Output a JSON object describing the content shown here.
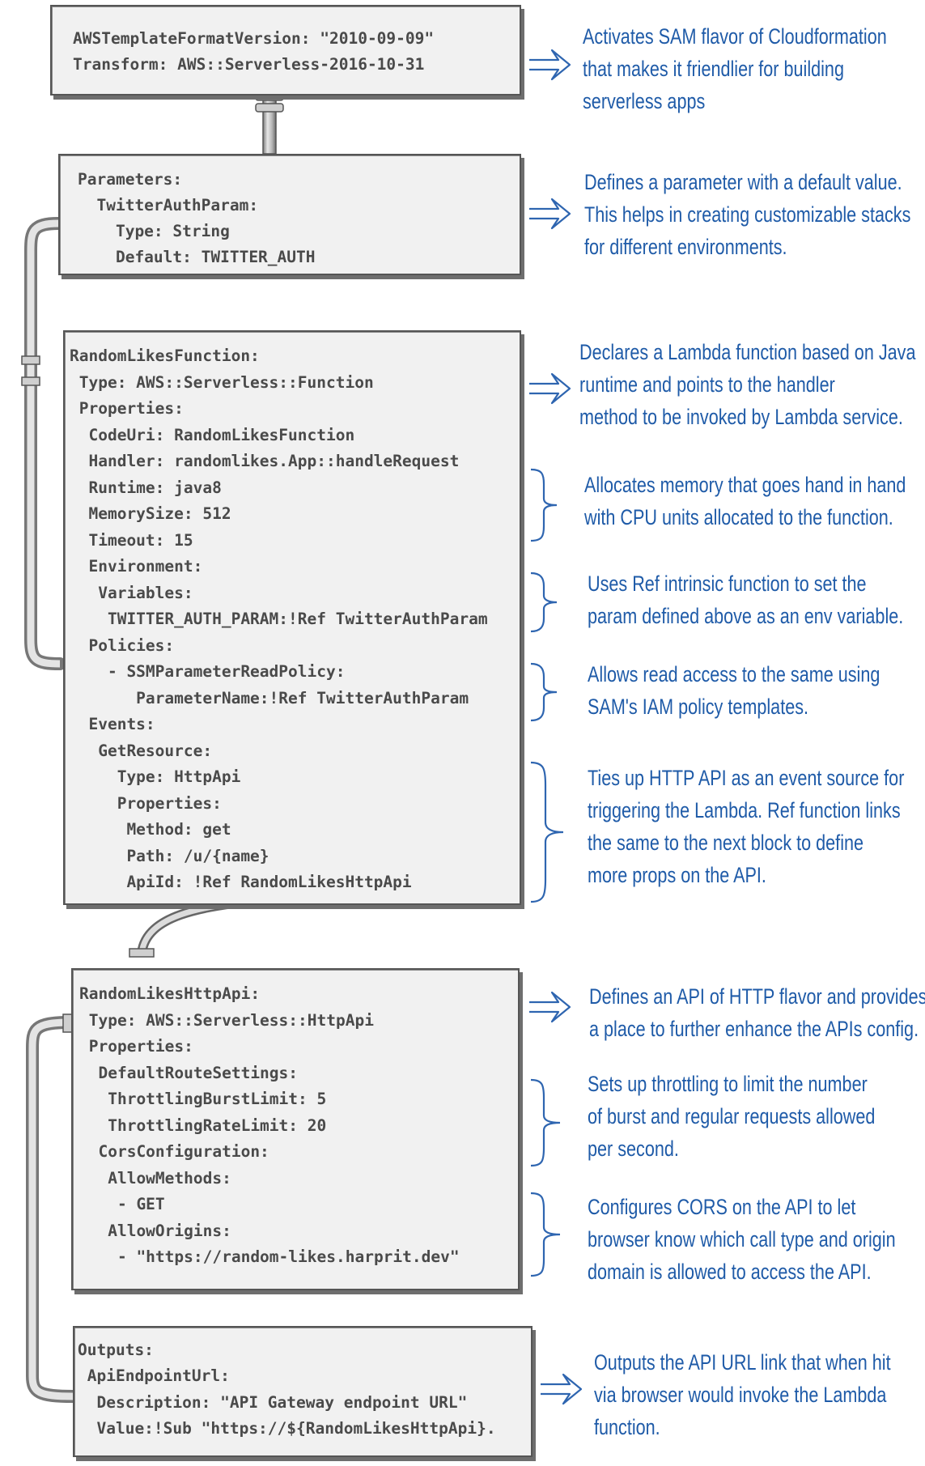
{
  "colors": {
    "code_text": "#4a4a4a",
    "note_text": "#1f5ba8",
    "box_fill": "#f1f1f1",
    "box_border": "#555555",
    "pipe": "#9a9a9a"
  },
  "blocks": [
    {
      "id": "template-header",
      "code": [
        "AWSTemplateFormatVersion: \"2010-09-09\"",
        "Transform: AWS::Serverless-2016-10-31"
      ],
      "annotations": [
        {
          "marker": "arrow",
          "lines": [
            "Activates SAM flavor of Cloudformation",
            "that makes it friendlier for building",
            "serverless apps"
          ]
        }
      ]
    },
    {
      "id": "parameters",
      "code": [
        "Parameters:",
        "  TwitterAuthParam:",
        "    Type: String",
        "    Default: TWITTER_AUTH"
      ],
      "annotations": [
        {
          "marker": "arrow",
          "lines": [
            "Defines a parameter with a default value.",
            "This helps in creating customizable stacks",
            "for different environments."
          ]
        }
      ]
    },
    {
      "id": "function",
      "code": [
        "RandomLikesFunction:",
        " Type: AWS::Serverless::Function",
        " Properties:",
        "  CodeUri: RandomLikesFunction",
        "  Handler: randomlikes.App::handleRequest",
        "  Runtime: java8",
        "  MemorySize: 512",
        "  Timeout: 15",
        "  Environment:",
        "   Variables:",
        "    TWITTER_AUTH_PARAM:!Ref TwitterAuthParam",
        "  Policies:",
        "    - SSMParameterReadPolicy:",
        "       ParameterName:!Ref TwitterAuthParam",
        "  Events:",
        "   GetResource:",
        "     Type: HttpApi",
        "     Properties:",
        "      Method: get",
        "      Path: /u/{name}",
        "      ApiId: !Ref RandomLikesHttpApi"
      ],
      "annotations": [
        {
          "marker": "arrow",
          "lines": [
            "Declares a Lambda function based on Java",
            "runtime and points to the handler",
            "method to be invoked by Lambda service."
          ]
        },
        {
          "marker": "brace",
          "lines": [
            "Allocates memory that goes hand in hand",
            "with CPU units allocated to the function."
          ]
        },
        {
          "marker": "brace",
          "lines": [
            "Uses Ref intrinsic function to set the",
            "param defined above as an env variable."
          ]
        },
        {
          "marker": "brace",
          "lines": [
            "Allows read access to the same using",
            "SAM's IAM policy templates."
          ]
        },
        {
          "marker": "brace",
          "lines": [
            "Ties up HTTP API as an event source for",
            "triggering the Lambda. Ref function links",
            "the same to the next block to define",
            "more props on the API."
          ]
        }
      ]
    },
    {
      "id": "http-api",
      "code": [
        "RandomLikesHttpApi:",
        " Type: AWS::Serverless::HttpApi",
        " Properties:",
        "  DefaultRouteSettings:",
        "   ThrottlingBurstLimit: 5",
        "   ThrottlingRateLimit: 20",
        "  CorsConfiguration:",
        "   AllowMethods:",
        "    - GET",
        "   AllowOrigins:",
        "    - \"https://random-likes.harprit.dev\""
      ],
      "annotations": [
        {
          "marker": "arrow",
          "lines": [
            "Defines an API of HTTP flavor and provides",
            "a place to further enhance the APIs config."
          ]
        },
        {
          "marker": "brace",
          "lines": [
            "Sets up throttling to limit the number",
            "of burst and regular requests allowed",
            "per second."
          ]
        },
        {
          "marker": "brace",
          "lines": [
            "Configures CORS on the API to let",
            "browser know which call type and origin",
            "domain is allowed to access the API."
          ]
        }
      ]
    },
    {
      "id": "outputs",
      "code": [
        "Outputs:",
        " ApiEndpointUrl:",
        "  Description: \"API Gateway endpoint URL\"",
        "  Value:!Sub \"https://${RandomLikesHttpApi}."
      ],
      "annotations": [
        {
          "marker": "arrow",
          "lines": [
            "Outputs the API URL link that when hit",
            "via browser would invoke the Lambda",
            "function."
          ]
        }
      ]
    }
  ]
}
